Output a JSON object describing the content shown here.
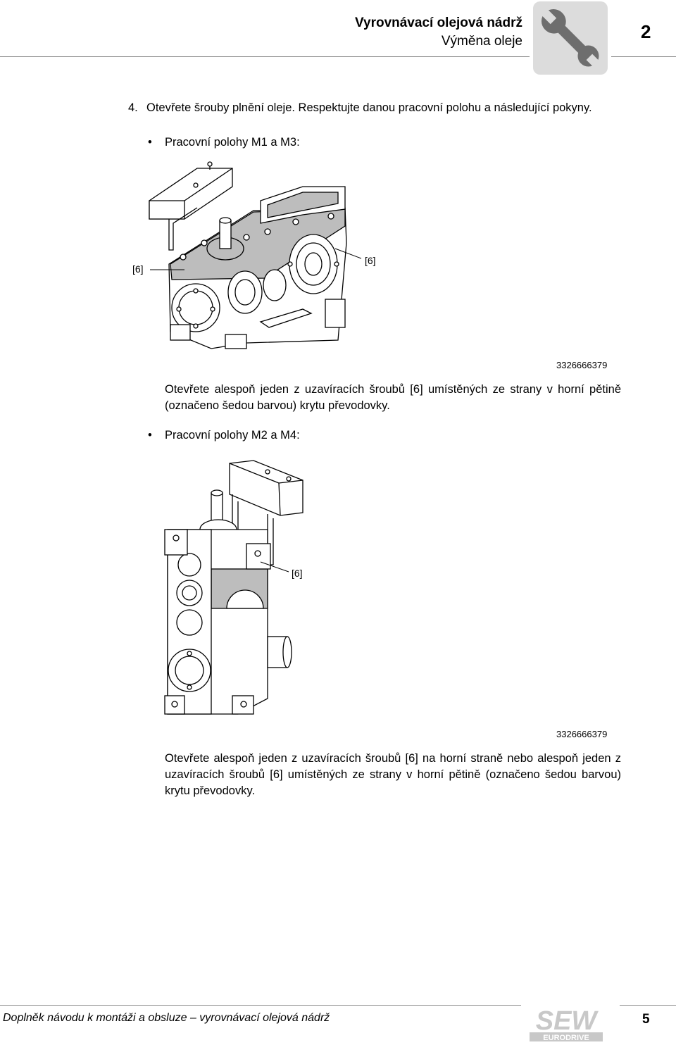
{
  "header": {
    "title": "Vyrovnávací olejová nádrž",
    "subtitle": "Výměna oleje",
    "chapter": "2",
    "icon": "wrench-icon"
  },
  "step": {
    "number": "4.",
    "text": "Otevřete šrouby plnění oleje. Respektujte danou pracovní polohu a následující pokyny."
  },
  "section1": {
    "bullet": "Pracovní polohy M1 a M3:",
    "callout_left": "[6]",
    "callout_right": "[6]",
    "image_id": "3326666379",
    "text": "Otevřete alespoň jeden z uzavíracích šroubů [6] umístěných ze strany v horní pětině (označeno šedou barvou) krytu převodovky."
  },
  "section2": {
    "bullet": "Pracovní polohy M2 a M4:",
    "callout": "[6]",
    "image_id": "3326666379",
    "text": "Otevřete alespoň jeden z uzavíracích šroubů [6] na horní straně nebo alespoň jeden z uzavíracích šroubů [6] umístěných ze strany v horní pětině (označeno šedou barvou) krytu převodovky."
  },
  "footer": {
    "text": "Doplněk návodu k montáži a obsluze – vyrovnávací olejová nádrž",
    "page": "5",
    "logo_text": "SEW",
    "logo_subtext": "EURODRIVE"
  },
  "colors": {
    "highlight_gray": "#bdbdbd",
    "icon_box": "#dcdcdc",
    "logo_gray": "#c8c8c8"
  }
}
